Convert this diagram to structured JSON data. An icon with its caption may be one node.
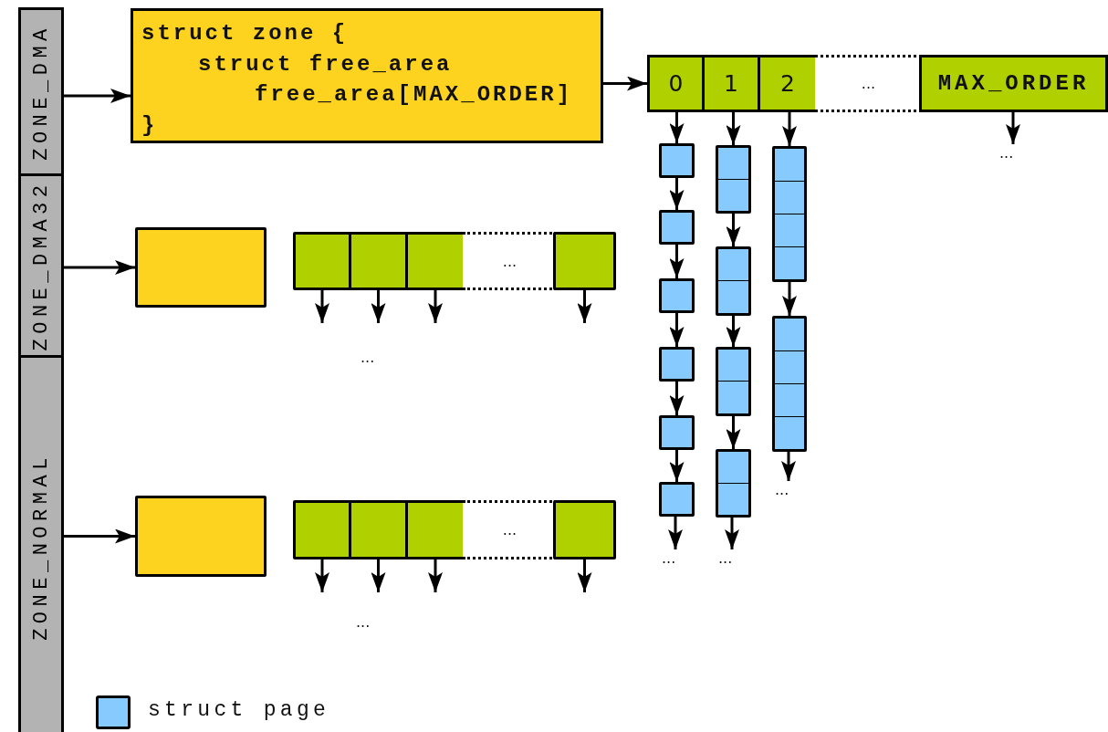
{
  "diagram": {
    "nodes": [
      {
        "text": [
          "ZONE_DMA"
        ]
      },
      {
        "text": [
          "ZONE_DMA32"
        ]
      },
      {
        "text": [
          "ZONE_NORMAL"
        ]
      },
      {
        "text": [
          "struct zone {",
          "struct free_area",
          "free_area[MAX_ORDER]",
          "}"
        ]
      },
      {
        "text": [
          "0"
        ]
      },
      {
        "text": [
          "1"
        ]
      },
      {
        "text": [
          "2"
        ]
      },
      {
        "text": [
          "..."
        ]
      },
      {
        "text": [
          "MAX_ORDER"
        ]
      },
      {
        "text": [
          "..."
        ]
      },
      {
        "text": [],
        "shape": "box"
      },
      {
        "text": [],
        "shape": "box"
      },
      {
        "text": [],
        "shape": "box"
      },
      {
        "text": [],
        "shape": "box"
      },
      {
        "text": [],
        "shape": "box"
      },
      {
        "text": [],
        "shape": "box"
      },
      {
        "text": [
          "..."
        ]
      },
      {
        "text": [],
        "shape": "box"
      },
      {
        "text": [],
        "shape": "box"
      },
      {
        "text": [],
        "shape": "box"
      },
      {
        "text": [],
        "shape": "box"
      },
      {
        "text": [
          "..."
        ]
      },
      {
        "text": [],
        "shape": "box"
      },
      {
        "text": [],
        "shape": "box"
      },
      {
        "text": [
          "..."
        ]
      },
      {
        "text": [],
        "shape": "box"
      },
      {
        "text": [],
        "shape": "box"
      },
      {
        "text": [],
        "shape": "box"
      },
      {
        "text": [],
        "shape": "box"
      },
      {
        "text": [
          "..."
        ]
      },
      {
        "text": [],
        "shape": "box"
      },
      {
        "text": [],
        "shape": "box"
      },
      {
        "text": [],
        "shape": "box"
      },
      {
        "text": [],
        "shape": "box"
      },
      {
        "text": [],
        "shape": "box"
      },
      {
        "text": [
          "..."
        ]
      },
      {
        "text": [],
        "shape": "box"
      }
    ],
    "edges": [
      {
        "from": 0,
        "to": 3,
        "arrow": "to"
      },
      {
        "from": 3,
        "to": 4,
        "arrow": "to"
      },
      {
        "from": 8,
        "to": 9,
        "arrow": "to"
      },
      {
        "from": 4,
        "to": 10,
        "arrow": "to"
      },
      {
        "from": 10,
        "to": 11,
        "arrow": "to"
      },
      {
        "from": 11,
        "to": 12,
        "arrow": "to"
      },
      {
        "from": 12,
        "to": 13,
        "arrow": "to"
      },
      {
        "from": 13,
        "to": 14,
        "arrow": "to"
      },
      {
        "from": 14,
        "to": 15,
        "arrow": "to"
      },
      {
        "from": 15,
        "to": 16,
        "arrow": "to"
      },
      {
        "from": 5,
        "to": 17,
        "arrow": "to"
      },
      {
        "from": 17,
        "to": 18,
        "arrow": "to"
      },
      {
        "from": 18,
        "to": 19,
        "arrow": "to"
      },
      {
        "from": 19,
        "to": 20,
        "arrow": "to"
      },
      {
        "from": 20,
        "to": 21,
        "arrow": "to"
      },
      {
        "from": 6,
        "to": 22,
        "arrow": "to"
      },
      {
        "from": 22,
        "to": 23,
        "arrow": "to"
      },
      {
        "from": 23,
        "to": 24,
        "arrow": "to"
      },
      {
        "from": 1,
        "to": 25,
        "arrow": "to"
      },
      {
        "from": 26,
        "to": null,
        "arrow": "to"
      },
      {
        "from": 27,
        "to": null,
        "arrow": "to"
      },
      {
        "from": 28,
        "to": null,
        "arrow": "to"
      },
      {
        "from": 30,
        "to": null,
        "arrow": "to"
      },
      {
        "from": 2,
        "to": 31,
        "arrow": "to"
      },
      {
        "from": 32,
        "to": null,
        "arrow": "to"
      },
      {
        "from": 33,
        "to": null,
        "arrow": "to"
      },
      {
        "from": 34,
        "to": null,
        "arrow": "to"
      },
      {
        "from": 36,
        "to": null,
        "arrow": "to"
      }
    ],
    "labels": [
      "...",
      "..."
    ],
    "legend": [
      {
        "text": "struct page",
        "color": "#87cafe"
      }
    ]
  }
}
